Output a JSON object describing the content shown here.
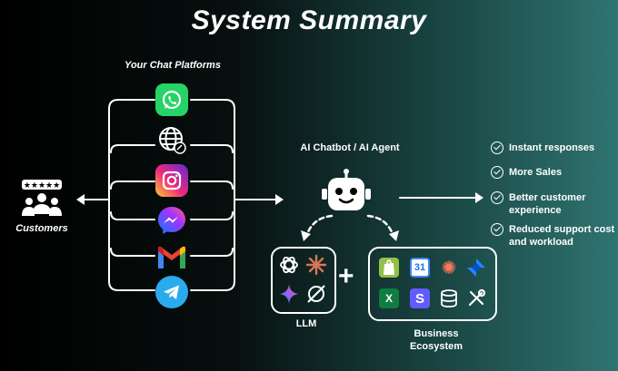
{
  "title": "System Summary",
  "platforms": {
    "label": "Your Chat Platforms",
    "items": [
      {
        "name": "whatsapp",
        "icon": "whatsapp-icon",
        "color": "#25D366"
      },
      {
        "name": "website",
        "icon": "globe-icon",
        "color": "#111111"
      },
      {
        "name": "instagram",
        "icon": "instagram-icon",
        "color": "#d62976"
      },
      {
        "name": "messenger",
        "icon": "messenger-icon",
        "color": "#7b5cff"
      },
      {
        "name": "gmail",
        "icon": "gmail-icon",
        "color": "#ffffff"
      },
      {
        "name": "telegram",
        "icon": "telegram-icon",
        "color": "#2AABEE"
      }
    ]
  },
  "customers": {
    "label": "Customers",
    "rating_stars": "★★★★★"
  },
  "agent": {
    "label": "AI Chatbot / AI Agent"
  },
  "llm": {
    "label": "LLM"
  },
  "business": {
    "label_line1": "Business",
    "label_line2": "Ecosystem",
    "hubspot_glyph": "✺",
    "stripe_glyph": "S",
    "excel_glyph": "X",
    "calendar_glyph": "31"
  },
  "plus": "+",
  "benefits": [
    "Instant responses",
    "More Sales",
    "Better customer experience",
    "Reduced support cost and workload"
  ]
}
